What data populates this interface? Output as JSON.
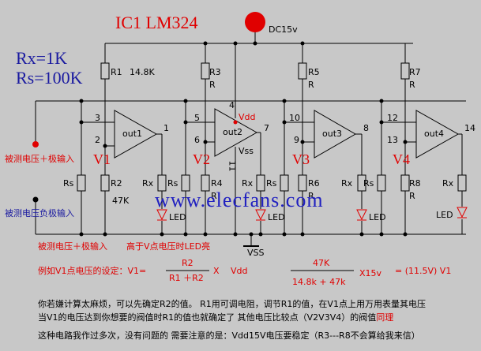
{
  "title": "IC1 LM324",
  "power_label": "DC15v",
  "rx": "Rx=1K",
  "rs": "Rs=100K",
  "labels": {
    "pos_input": "被测电压＋极输入",
    "neg_input": "被测电压负极输入",
    "pos_input_bottom": "被测电压＋极输入",
    "led_note": "高于V点电压时LED亮",
    "vss": "VSS",
    "vdd": "Vdd",
    "vss_chip": "Vss",
    "website": "www.elecfans.com"
  },
  "comparators": [
    {
      "name": "out1",
      "v": "V1",
      "in_top": "3",
      "in_bot": "2",
      "out_pin": "1",
      "r_top": "R1",
      "r_top_val": "14.8K",
      "r_bot": "R2",
      "r_bot_val": "47K"
    },
    {
      "name": "out2",
      "v": "V2",
      "in_top": "5",
      "in_bot": "6",
      "out_pin": "7",
      "r_top": "R3",
      "r_top_val": "R",
      "r_bot": "R4",
      "r_bot_val": "R"
    },
    {
      "name": "out3",
      "v": "V3",
      "in_top": "10",
      "in_bot": "9",
      "out_pin": "8",
      "r_top": "R5",
      "r_top_val": "R",
      "r_bot": "R6",
      "r_bot_val": "R"
    },
    {
      "name": "out4",
      "v": "V4",
      "in_top": "12",
      "in_bot": "13",
      "out_pin": "14",
      "r_top": "R7",
      "r_top_val": "R",
      "r_bot": "R8",
      "r_bot_val": "R"
    }
  ],
  "supply_pins": {
    "vdd_pin": "4",
    "vss_pin": "11"
  },
  "resistor_labels": {
    "rs": "Rs",
    "rx": "Rx",
    "led": "LED"
  },
  "formula": {
    "prefix": "例如V1点电压的设定：V1=",
    "num1": "R2",
    "den1": "R1 ＋R2",
    "times": "X",
    "vdd": "Vdd",
    "num2": "47K",
    "den2": "14.8k  +  47k",
    "times2": "X15v",
    "result": "=  (11.5V) V1"
  },
  "notes": {
    "line1": "你若嫌计算太麻烦，可以先确定R2的值。   R1用可调电阻，调节R1的值，在V1点上用万用表量其电压",
    "line2_a": "当V1的电压达到你想要的阀值时R1的值也就确定了 其他电压比较点（V2V3V4）的阀值",
    "line2_b": "同理",
    "line3": "这种电路我作过多次，没有问题的    需要注意的是：Vdd15V电压要稳定（R3---R8不会算给我来信）"
  },
  "colors": {
    "accent_red": "#e00000",
    "accent_blue": "#1a1aa0",
    "background": "#c8c8c8"
  }
}
